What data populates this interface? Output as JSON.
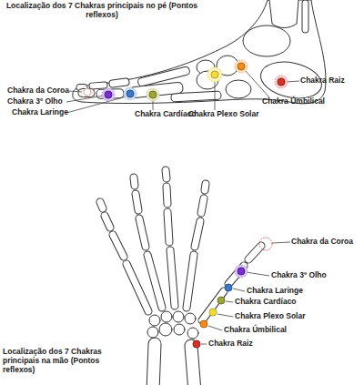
{
  "diagram": {
    "labels": [
      "Localização dos 7 Chakras principais no pé (Pontos reflexos)",
      "Chakra da Coroa",
      "Chakra 3º Olho",
      "Chakra Laringe",
      "Chakra Cardíaco",
      "Chakra Plexo Solar",
      "Chakra Úmbilical",
      "Chakra Raiz",
      "Chakra da Coroa",
      "Chakra 3º Olho",
      "Chakra Laringe",
      "Chakra Cardíaco",
      "Chakra Plexo Solar",
      "Chakra Úmbilical",
      "Chakra Raiz",
      "Localização dos 7 Chakras principais na mão (Pontos reflexos)"
    ]
  }
}
